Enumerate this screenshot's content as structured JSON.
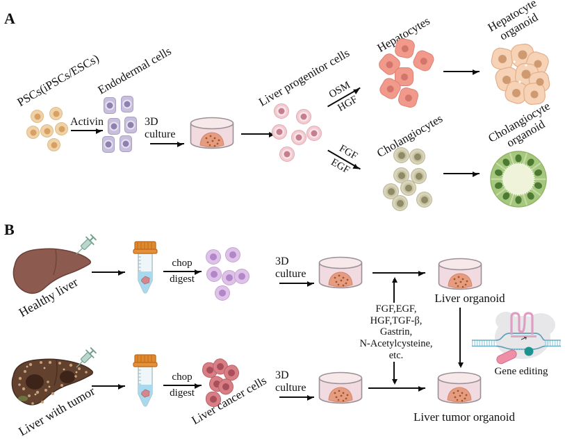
{
  "panel_a": {
    "tag": "A",
    "psc": "PSCs(iPSCs/ESCs)",
    "activin": "Activin",
    "endodermal": "Endodermal cells",
    "culture_3d": "3D culture",
    "progenitor": "Liver progenitor cells",
    "osm": "OSM",
    "hgf": "HGF",
    "fgf": "FGF",
    "egf": "EGF",
    "hepatocytes": "Hepatocytes",
    "hepatocyte_organoid": "Hepatocyte organoid",
    "cholangiocytes": "Cholangiocytes",
    "cholangiocyte_organoid": "Cholangiocyte organoid"
  },
  "panel_b": {
    "tag": "B",
    "healthy_liver": "Healthy liver",
    "liver_with_tumor": "Liver with tumor",
    "chop": "chop",
    "digest": "digest",
    "culture_3d": "3D culture",
    "liver_cancer_cells": "Liver cancer cells",
    "growth_factors": "FGF,EGF,\nHGF,TGF-β,\nGastrin,\nN-Acetylcysteine,\netc.",
    "liver_organoid": "Liver organoid",
    "liver_tumor_organoid": "Liver tumor organoid",
    "gene_editing": "Gene editing"
  },
  "colors": {
    "psc_cell": "#eed3a9",
    "endodermal_cell": "#c7bfdc",
    "progenitor_cell": "#f2cbd1",
    "hepatocyte": "#f19a8b",
    "hepatocyte_organoid": "#f6d2b6",
    "cholangiocyte": "#d9d5bc",
    "cholangiocyte_organoid_green": "#a6c87e",
    "dish_pink": "#f1dbe0",
    "dish_outline": "#9b9097",
    "organoid_mound": "#e69c82",
    "healthy_liver_brown": "#8c5a4f",
    "tumor_liver_brown": "#63412f",
    "tube_cap_orange": "#e0882e",
    "tube_liquid_blue": "#a7daee",
    "purple_cell": "#dec2e7",
    "cancer_cell": "#d87f86",
    "dna_blue": "#9fd2e2",
    "crispr_pink": "#ee8fa6",
    "arrow": "#0d0d0d"
  }
}
